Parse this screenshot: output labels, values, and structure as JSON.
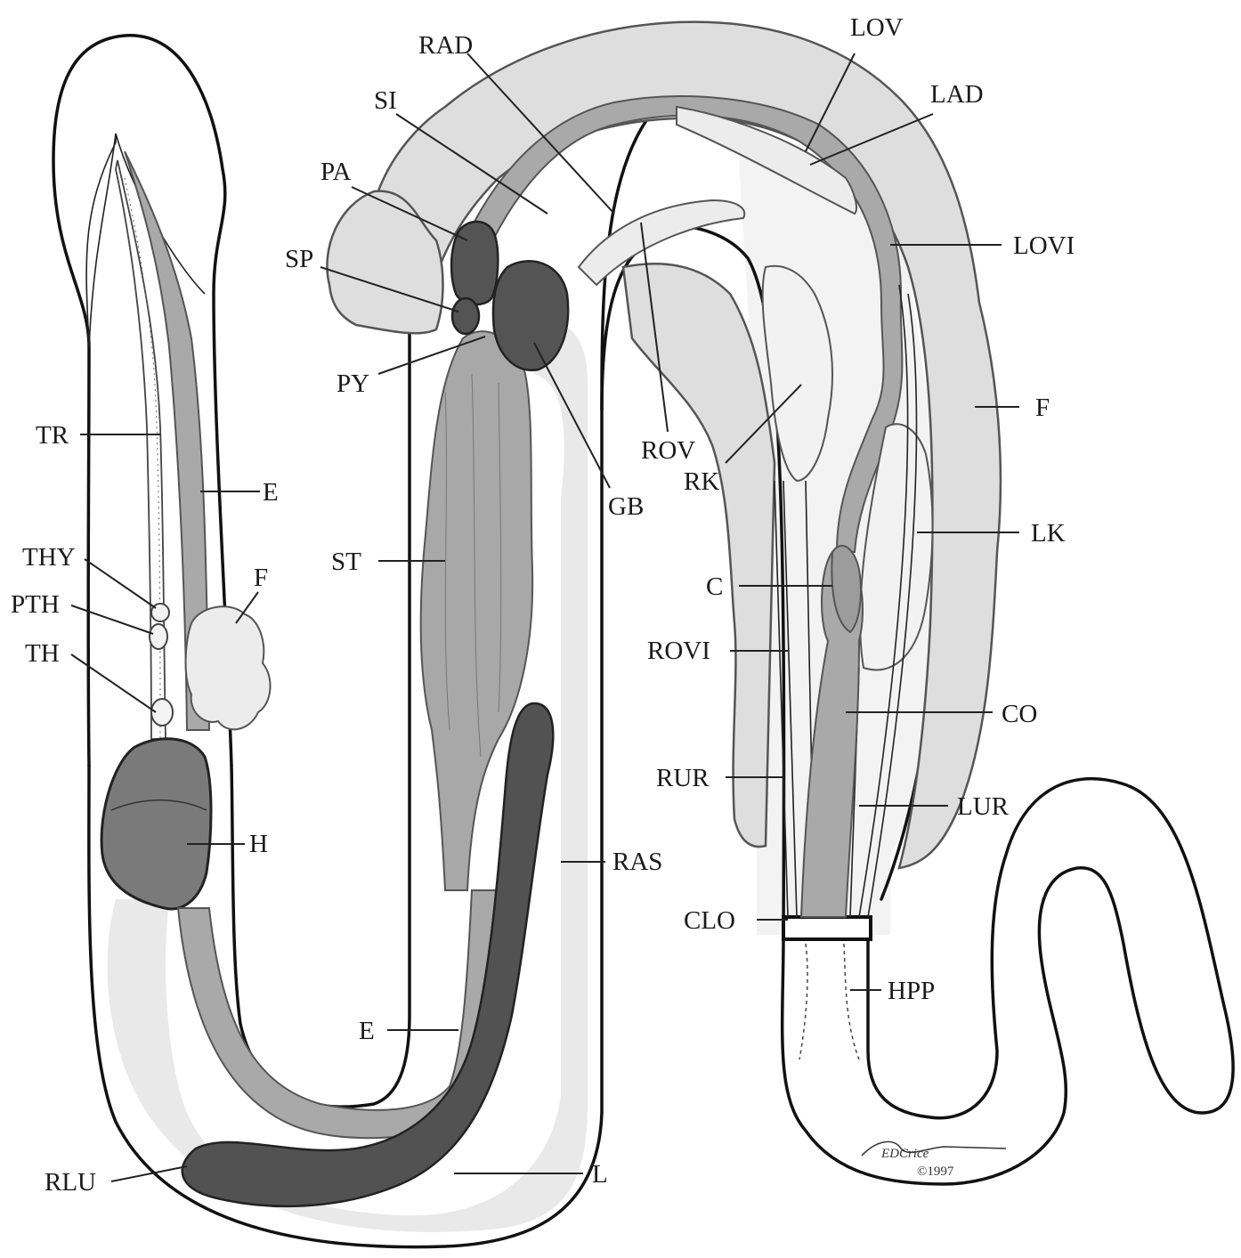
{
  "labels": {
    "TR": "TR",
    "E_upper": "E",
    "THY": "THY",
    "F_left": "F",
    "PTH": "PTH",
    "TH": "TH",
    "H": "H",
    "RLU": "RLU",
    "RAD": "RAD",
    "SI": "SI",
    "PA": "PA",
    "SP": "SP",
    "PY": "PY",
    "ST": "ST",
    "GB": "GB",
    "E_lower": "E",
    "RAS": "RAS",
    "L": "L",
    "LOV": "LOV",
    "LAD": "LAD",
    "LOVI": "LOVI",
    "ROV": "ROV",
    "RK": "RK",
    "F_right": "F",
    "LK": "LK",
    "C": "C",
    "ROVI": "ROVI",
    "CO": "CO",
    "RUR": "RUR",
    "LUR": "LUR",
    "CLO": "CLO",
    "HPP": "HPP"
  },
  "signature": {
    "name": "EDCrice",
    "copyright": "©1997"
  }
}
